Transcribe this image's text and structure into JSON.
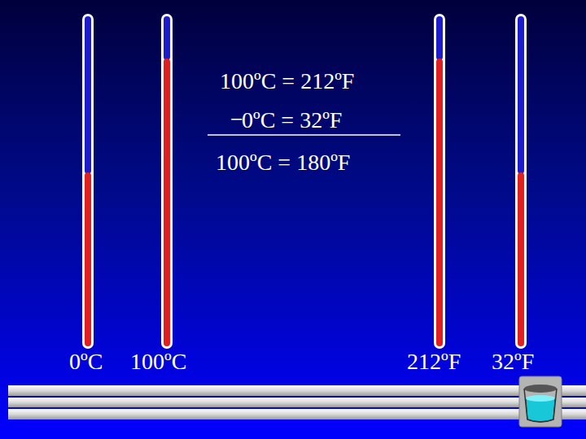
{
  "diagram": {
    "labels": [
      "100ºC = 212ºF",
      "−",
      "0ºC = 32ºF",
      "100ºC = 180ºF",
      "0ºC",
      "100ºC",
      "212ºF",
      "32ºF"
    ]
  }
}
